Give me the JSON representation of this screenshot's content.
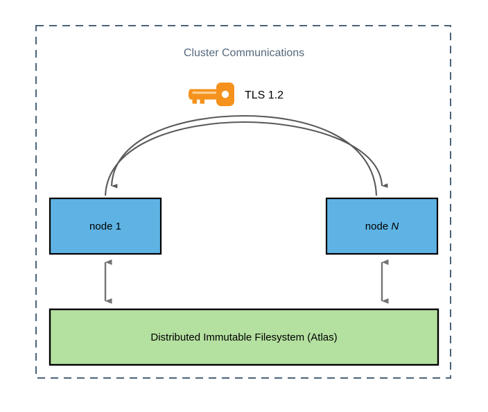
{
  "diagram": {
    "title": "Cluster Communications",
    "boundary": {
      "name": "cluster-boundary",
      "style": "dashed",
      "color": "#4a6178"
    },
    "protocol": {
      "icon": "key-icon",
      "label": "TLS 1.2",
      "icon_color": "#f5921e"
    },
    "nodes": [
      {
        "id": "node-1",
        "label_prefix": "node ",
        "label_suffix": "1",
        "fill": "#5eb3e4",
        "stroke": "#000000"
      },
      {
        "id": "node-n",
        "label_prefix": "node ",
        "label_suffix": "N",
        "fill": "#5eb3e4",
        "stroke": "#000000"
      }
    ],
    "storage": {
      "id": "filesystem",
      "label": "Distributed Immutable Filesystem (Atlas)",
      "fill": "#b4e0a0",
      "stroke": "#000000"
    },
    "connectors": {
      "arc_color": "#595959",
      "vertical_color": "#737373",
      "arc_left_to_right_name": "node1-to-nodeN-arc",
      "arc_right_to_left_name": "nodeN-to-node1-arc",
      "vertical_left_name": "node1-to-filesystem-link",
      "vertical_right_name": "nodeN-to-filesystem-link"
    }
  }
}
